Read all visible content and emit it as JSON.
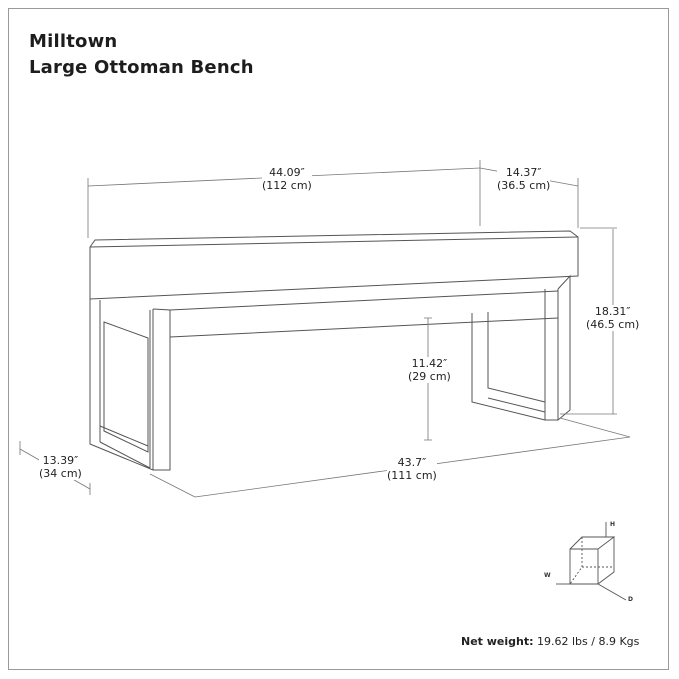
{
  "title": {
    "line1": "Milltown",
    "line2": "Large Ottoman Bench"
  },
  "dimensions": {
    "width_top": {
      "imperial": "44.09″",
      "metric": "(112 cm)"
    },
    "depth_top": {
      "imperial": "14.37″",
      "metric": "(36.5 cm)"
    },
    "height_total": {
      "imperial": "18.31″",
      "metric": "(46.5 cm)"
    },
    "leg_clearance": {
      "imperial": "11.42″",
      "metric": "(29 cm)"
    },
    "depth_base": {
      "imperial": "13.39″",
      "metric": "(34 cm)"
    },
    "width_base": {
      "imperial": "43.7″",
      "metric": "(111 cm)"
    }
  },
  "axes": {
    "h": "H",
    "w": "W",
    "d": "D"
  },
  "net_weight": {
    "label": "Net weight:",
    "value": "19.62 lbs / 8.9 Kgs"
  }
}
